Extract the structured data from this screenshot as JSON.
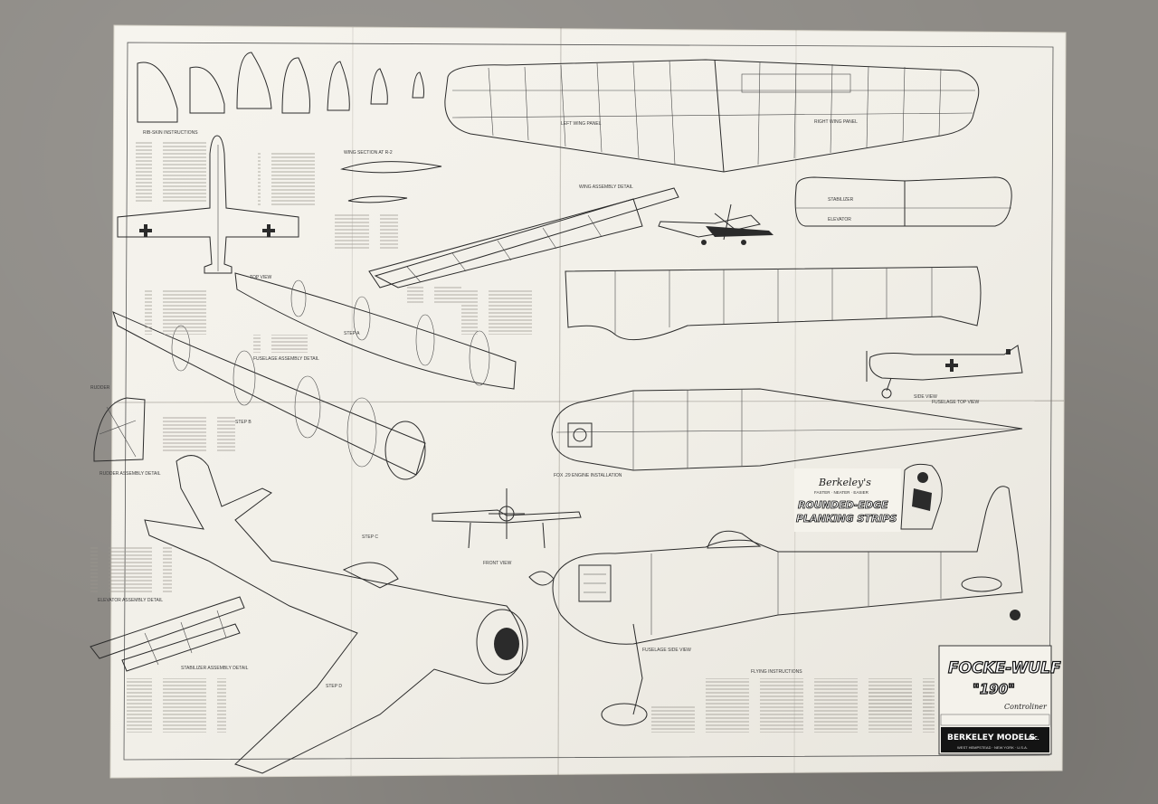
{
  "title_block": {
    "model_name": "FOCKE-WULF",
    "model_number": "\"190\"",
    "model_type": "Controliner",
    "maker": "BERKELEY MODELS",
    "maker_suffix": "INC.",
    "address": "WEST HEMPSTEAD · NEW YORK · U.S.A."
  },
  "promo": {
    "brand": "Berkeley's",
    "slogan": "FASTER · NEATER · EASIER",
    "line1": "ROUNDED-EDGE",
    "line2": "PLANKING STRIPS"
  },
  "labels": {
    "rib_instructions": "RIB-SKIN INSTRUCTIONS",
    "top_view": "TOP VIEW",
    "left_wing_panel": "LEFT WING PANEL",
    "right_wing_panel": "RIGHT WING PANEL",
    "stabilizer": "STABILIZER",
    "elevator": "ELEVATOR",
    "wing_section": "WING SECTION AT R-2",
    "wing_assembly": "WING ASSEMBLY DETAIL",
    "fuselage_assembly": "FUSELAGE ASSEMBLY DETAIL",
    "fuselage_top_view": "FUSELAGE TOP VIEW",
    "engine_installation": "FOX .29 ENGINE INSTALLATION",
    "front_view": "FRONT VIEW",
    "rudder_assembly": "RUDDER ASSEMBLY DETAIL",
    "elevator_assembly": "ELEVATOR ASSEMBLY DETAIL",
    "stabilizer_assembly": "STABILIZER ASSEMBLY DETAIL",
    "side_view": "SIDE VIEW",
    "flying_instructions": "FLYING INSTRUCTIONS",
    "step_a": "STEP A",
    "step_b": "STEP B",
    "step_c": "STEP C",
    "step_d": "STEP D"
  },
  "colors": {
    "paper": "#f3f1ea",
    "ink": "#2b2b2b",
    "floor": "#8d8a85",
    "title_box": "#141414"
  }
}
